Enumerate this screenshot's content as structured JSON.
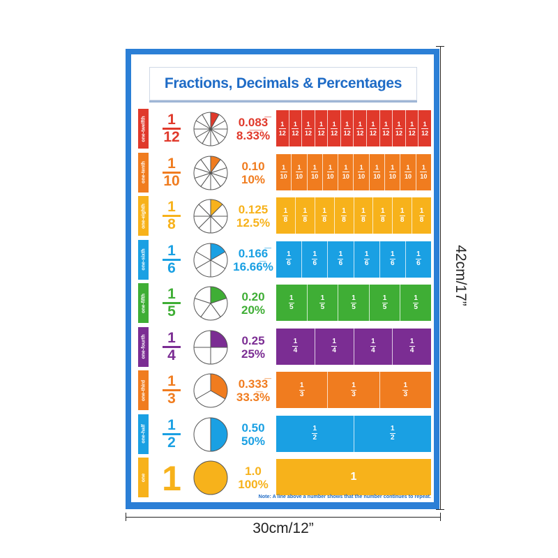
{
  "poster": {
    "title": "Fractions, Decimals & Percentages",
    "note": "Note: A line above a number shows that the number continues to repeat.",
    "border_color": "#2b7fd6"
  },
  "dimensions": {
    "width_label": "30cm/12”",
    "height_label": "42cm/17”"
  },
  "rows": [
    {
      "name": "one-twelfth",
      "numerator": "1",
      "denominator": "12",
      "decimal": "0.083̅",
      "percent": "8.3̅3̅%",
      "parts": 12,
      "fraction": 0.0833,
      "color": "#e0392b",
      "cell_label_n": "1",
      "cell_label_d": "12"
    },
    {
      "name": "one-tenth",
      "numerator": "1",
      "denominator": "10",
      "decimal": "0.10",
      "percent": "10%",
      "parts": 10,
      "fraction": 0.1,
      "color": "#f07c1f",
      "cell_label_n": "1",
      "cell_label_d": "10"
    },
    {
      "name": "one-eighth",
      "numerator": "1",
      "denominator": "8",
      "decimal": "0.125",
      "percent": "12.5%",
      "parts": 8,
      "fraction": 0.125,
      "color": "#f7b21b",
      "cell_label_n": "1",
      "cell_label_d": "8"
    },
    {
      "name": "one-sixth",
      "numerator": "1",
      "denominator": "6",
      "decimal": "0.166̅",
      "percent": "16.66̅%",
      "parts": 6,
      "fraction": 0.1667,
      "color": "#1aa0e3",
      "cell_label_n": "1",
      "cell_label_d": "6"
    },
    {
      "name": "one-fifth",
      "numerator": "1",
      "denominator": "5",
      "decimal": "0.20",
      "percent": "20%",
      "parts": 5,
      "fraction": 0.2,
      "color": "#3fae35",
      "cell_label_n": "1",
      "cell_label_d": "5"
    },
    {
      "name": "one-fourth",
      "numerator": "1",
      "denominator": "4",
      "decimal": "0.25",
      "percent": "25%",
      "parts": 4,
      "fraction": 0.25,
      "color": "#7b2d93",
      "cell_label_n": "1",
      "cell_label_d": "4"
    },
    {
      "name": "one-third",
      "numerator": "1",
      "denominator": "3",
      "decimal": "0.333̅",
      "percent": "33.3̅%",
      "parts": 3,
      "fraction": 0.3333,
      "color": "#f07c1f",
      "cell_label_n": "1",
      "cell_label_d": "3"
    },
    {
      "name": "one-half",
      "numerator": "1",
      "denominator": "2",
      "decimal": "0.50",
      "percent": "50%",
      "parts": 2,
      "fraction": 0.5,
      "color": "#1aa0e3",
      "cell_label_n": "1",
      "cell_label_d": "2"
    },
    {
      "name": "one",
      "numerator": "1",
      "denominator": "",
      "decimal": "1.0",
      "percent": "100%",
      "parts": 1,
      "fraction": 1.0,
      "color": "#f7b21b",
      "cell_label_n": "1",
      "cell_label_d": ""
    }
  ]
}
